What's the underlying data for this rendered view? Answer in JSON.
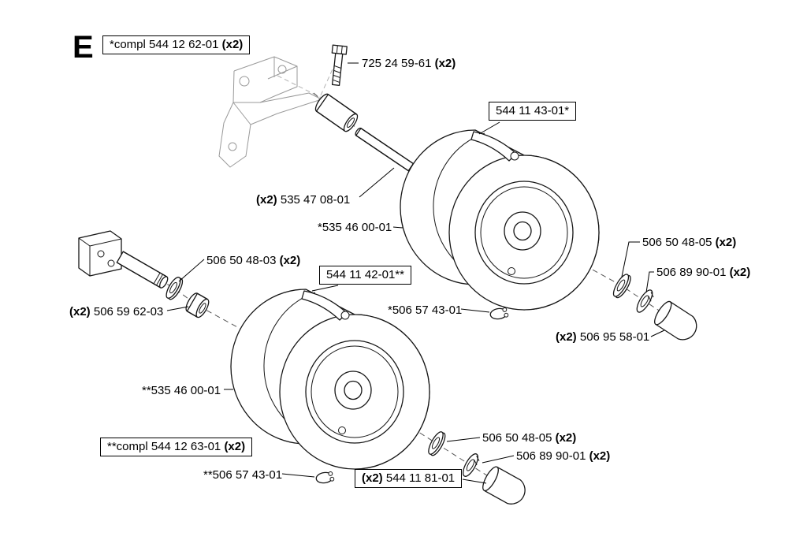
{
  "section": {
    "letter": "E"
  },
  "colors": {
    "ink": "#000000",
    "background": "#ffffff",
    "faint_lines": "#9a9a9a"
  },
  "labels": {
    "compl_upper": {
      "pre": "*compl 544 12 62-01 ",
      "bold": "(x2)",
      "post": ""
    },
    "bolt": {
      "pre": "725 24 59-61 ",
      "bold": "(x2)",
      "post": ""
    },
    "wheel_assy_upper": {
      "pre": "544 11 43-01*",
      "bold": "",
      "post": ""
    },
    "axle": {
      "pre": "",
      "bold": "(x2)",
      "post": " 535 47 08-01"
    },
    "tire_upper": {
      "pre": "*535 46 00-01",
      "bold": "",
      "post": ""
    },
    "washer_flat_upper": {
      "pre": "506 50 48-05 ",
      "bold": "(x2)",
      "post": ""
    },
    "washer_spring_upper": {
      "pre": "506 89 90-01 ",
      "bold": "(x2)",
      "post": ""
    },
    "washer_flat_left": {
      "pre": "506 50 48-03 ",
      "bold": "(x2)",
      "post": ""
    },
    "bushing_left": {
      "pre": "",
      "bold": "(x2)",
      "post": " 506 59 62-03"
    },
    "wheel_assy_lower": {
      "pre": "544 11 42-01**",
      "bold": "",
      "post": ""
    },
    "clip_upper": {
      "pre": "*506 57 43-01",
      "bold": "",
      "post": ""
    },
    "cap_upper": {
      "pre": "",
      "bold": "(x2)",
      "post": " 506 95 58-01"
    },
    "tire_lower": {
      "pre": "**535 46 00-01",
      "bold": "",
      "post": ""
    },
    "compl_lower": {
      "pre": "**compl 544 12 63-01 ",
      "bold": "(x2)",
      "post": ""
    },
    "washer_flat_lower": {
      "pre": "506 50 48-05 ",
      "bold": "(x2)",
      "post": ""
    },
    "washer_spring_lower": {
      "pre": "506 89 90-01 ",
      "bold": "(x2)",
      "post": ""
    },
    "clip_lower": {
      "pre": "**506 57 43-01",
      "bold": "",
      "post": ""
    },
    "cap_lower": {
      "pre": "",
      "bold": "(x2)",
      "post": " 544 11 81-01"
    }
  }
}
